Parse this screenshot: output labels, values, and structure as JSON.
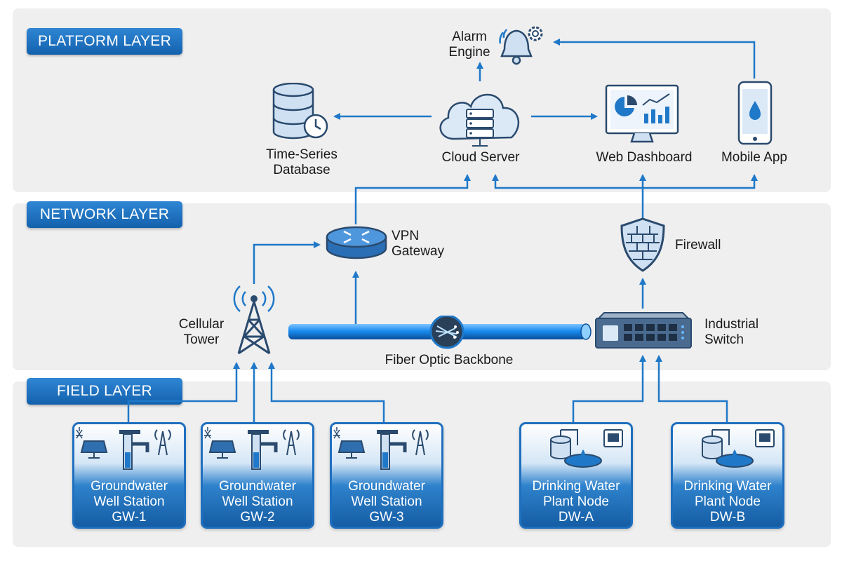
{
  "layers": {
    "platform": "PLATFORM LAYER",
    "network": "NETWORK LAYER",
    "field": "FIELD LAYER"
  },
  "platform": {
    "alarm_engine": "Alarm\nEngine",
    "database": "Time-Series\nDatabase",
    "cloud_server": "Cloud Server",
    "web_dashboard": "Web Dashboard",
    "mobile_app": "Mobile App"
  },
  "network": {
    "vpn_gateway": "VPN\nGateway",
    "firewall": "Firewall",
    "cellular_tower": "Cellular\nTower",
    "industrial_switch": "Industrial\nSwitch",
    "fiber_backbone": "Fiber Optic Backbone"
  },
  "field": {
    "stations": [
      {
        "label": "Groundwater\nWell Station\nGW-1"
      },
      {
        "label": "Groundwater\nWell Station\nGW-2"
      },
      {
        "label": "Groundwater\nWell Station\nGW-3"
      },
      {
        "label": "Drinking Water\nPlant Node\nDW-A"
      },
      {
        "label": "Drinking Water\nPlant Node\nDW-B"
      }
    ]
  },
  "colors": {
    "accent": "#1f78c8",
    "layer_tag": "#1a6fbf",
    "band": "#efefef",
    "icon_stroke": "#2a4a6e",
    "icon_fill": "#cfe0f2"
  }
}
